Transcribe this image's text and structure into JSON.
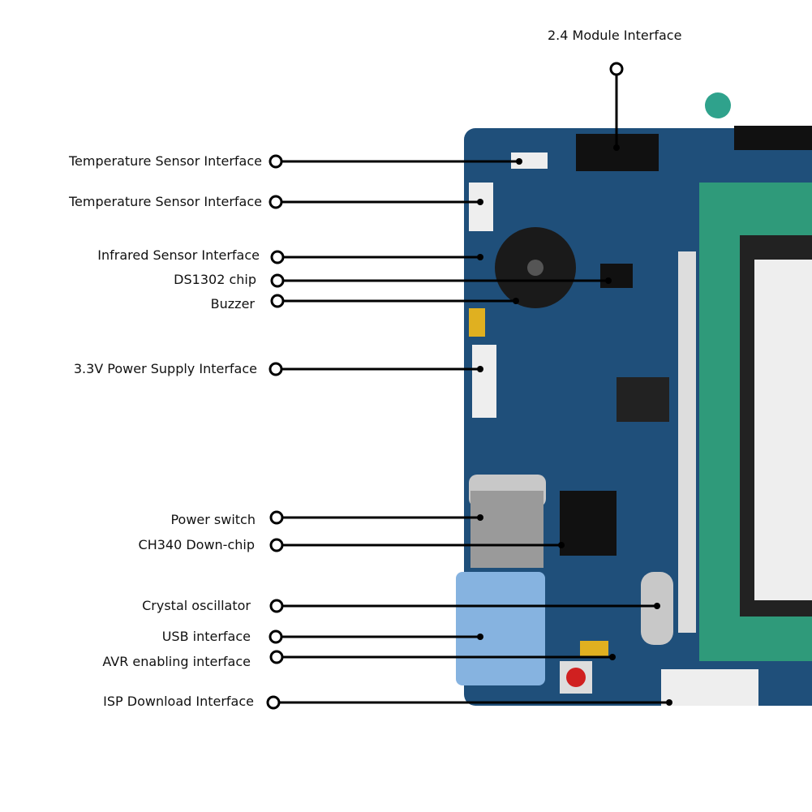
{
  "labels": {
    "module_24": "2.4 Module Interface",
    "temp_sensor_1": "Temperature Sensor Interface",
    "temp_sensor_2": "Temperature Sensor Interface",
    "infrared": "Infrared Sensor Interface",
    "ds1302": "DS1302 chip",
    "buzzer": "Buzzer",
    "power_33": "3.3V Power Supply Interface",
    "power_switch": "Power switch",
    "ch340": "CH340 Down-chip",
    "crystal": "Crystal oscillator",
    "usb": "USB interface",
    "avr": "AVR enabling interface",
    "isp": "ISP Download Interface"
  },
  "colors": {
    "board": "#1f4f7a",
    "socket": "#2f9a7a",
    "usb": "#86b3e0",
    "line": "#000000"
  }
}
